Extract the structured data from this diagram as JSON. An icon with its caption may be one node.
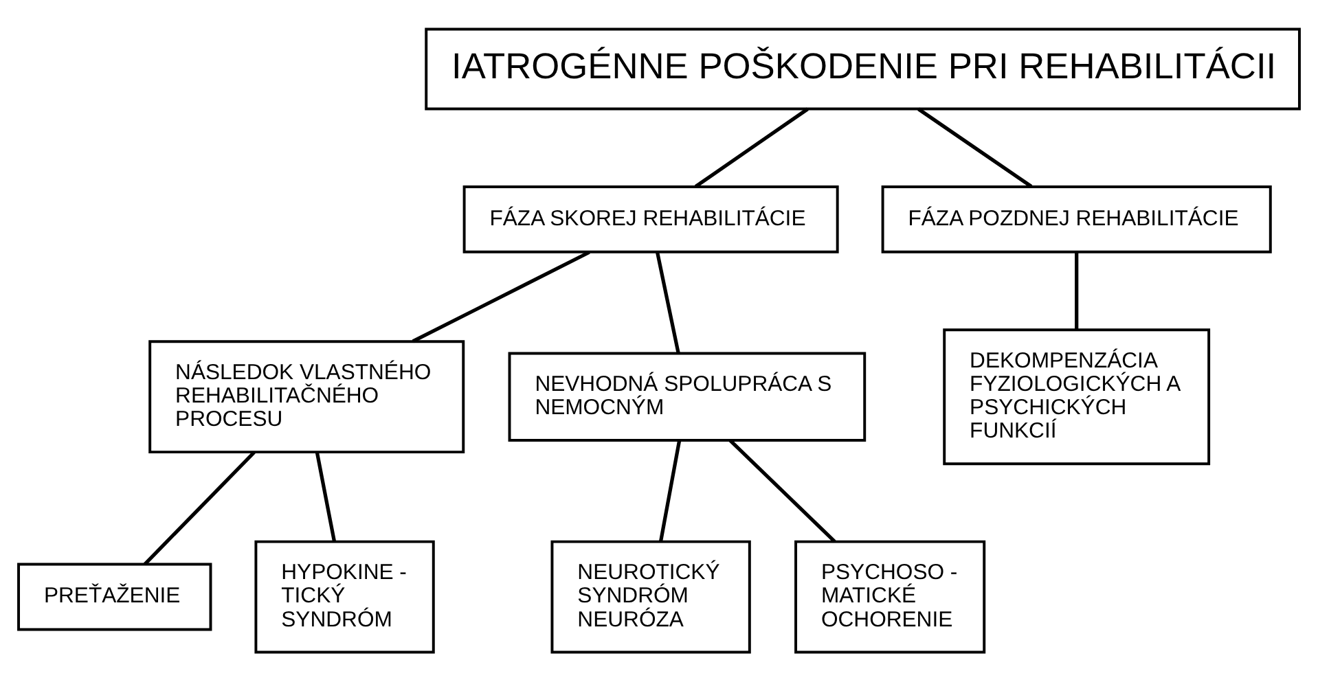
{
  "diagram": {
    "nodes": [
      {
        "text": [
          "IATROGÉNNE POŠKODENIE PRI REHABILITÁCII"
        ]
      },
      {
        "text": [
          "FÁZA SKOREJ REHABILITÁCIE"
        ]
      },
      {
        "text": [
          "FÁZA POZDNEJ REHABILITÁCIE"
        ]
      },
      {
        "text": [
          "NÁSLEDOK VLASTNÉHO REHABILITAČNÉHO PROCESU"
        ]
      },
      {
        "text": [
          "NEVHODNÁ SPOLUPRÁCA S NEMOCNÝM"
        ]
      },
      {
        "text": [
          "DEKOMPENZÁCIA FYZIOLOGICKÝCH A PSYCHICKÝCH FUNKCIÍ"
        ]
      },
      {
        "text": [
          "PREŤAŽENIE"
        ]
      },
      {
        "text": [
          "HYPOKINE - TICKÝ SYNDRÓM"
        ]
      },
      {
        "text": [
          "NEUROTICKÝ SYNDRÓM NEURÓZA"
        ]
      },
      {
        "text": [
          "PSYCHOSO - MATICKÉ OCHORENIE"
        ]
      }
    ],
    "edges": [
      {
        "from": 0,
        "to": 1,
        "arrow": "none"
      },
      {
        "from": 0,
        "to": 2,
        "arrow": "none"
      },
      {
        "from": 1,
        "to": 3,
        "arrow": "none"
      },
      {
        "from": 1,
        "to": 4,
        "arrow": "none"
      },
      {
        "from": 2,
        "to": 5,
        "arrow": "none"
      },
      {
        "from": 3,
        "to": 6,
        "arrow": "none"
      },
      {
        "from": 3,
        "to": 7,
        "arrow": "none"
      },
      {
        "from": 4,
        "to": 8,
        "arrow": "none"
      },
      {
        "from": 4,
        "to": 9,
        "arrow": "none"
      }
    ]
  }
}
